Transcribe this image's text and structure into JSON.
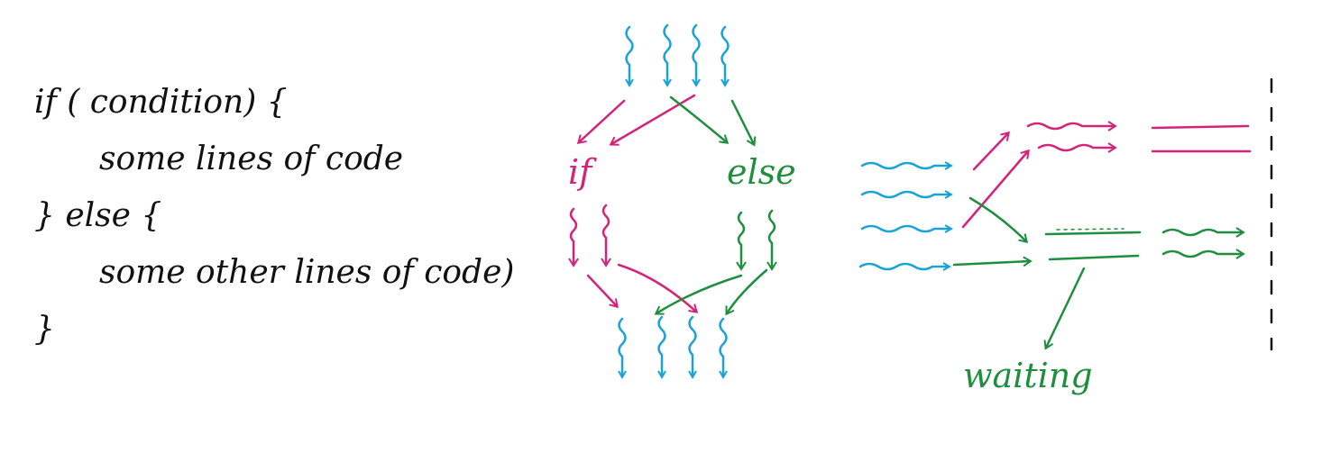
{
  "code": {
    "line1": "if ( condition) {",
    "line2": "some lines of code",
    "line3": "} else {",
    "line4": "some other lines of code)",
    "line5": "}"
  },
  "diagram": {
    "if_label": "if",
    "else_label": "else",
    "waiting_label": "waiting"
  },
  "colors": {
    "ink": "#111111",
    "thread": "#1ba3d6",
    "if_branch": "#d3247a",
    "else_branch": "#1f8e3e"
  }
}
